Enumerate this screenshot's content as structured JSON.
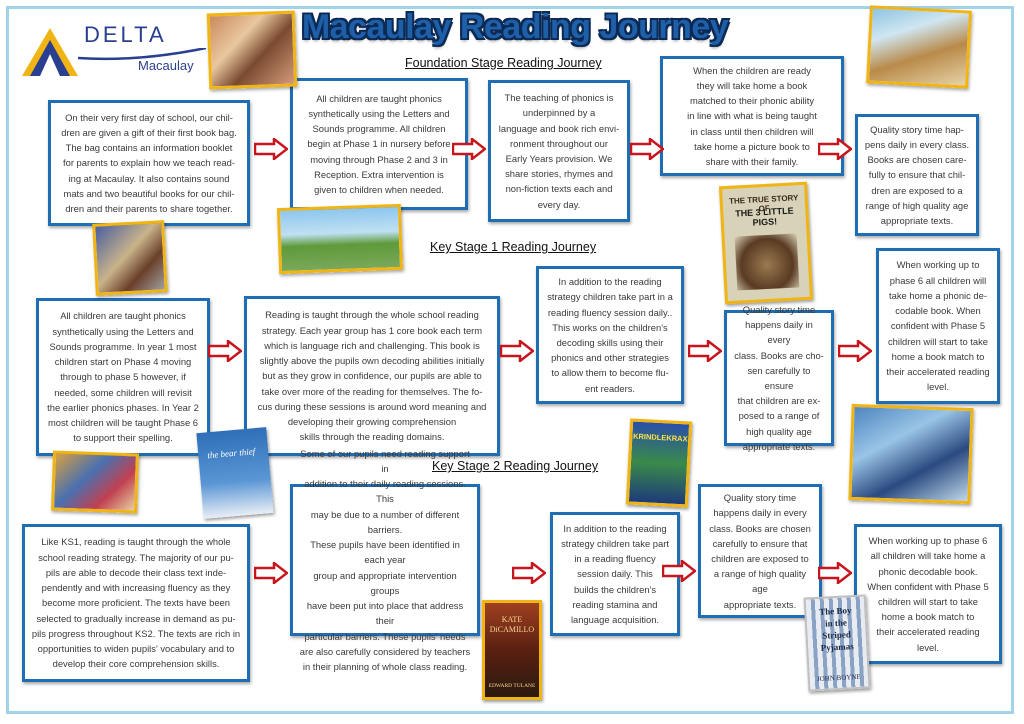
{
  "header": {
    "logo_name": "DELTA",
    "logo_sub": "Macaulay",
    "title": "Macaulay Reading Journey"
  },
  "sections": {
    "foundation": "Foundation Stage Reading Journey",
    "ks1": "Key Stage 1 Reading Journey",
    "ks2": "Key Stage 2 Reading Journey"
  },
  "foundation_boxes": [
    {
      "lines": [
        "On their very first day of school, our chil-",
        "dren are given a gift of their first book bag.",
        "The bag contains an information booklet",
        "for parents to explain how we teach read-",
        "ing at Macaulay. It also contains sound",
        "mats and two beautiful books for our chil-",
        "dren and their parents to share together."
      ]
    },
    {
      "lines": [
        "All children are taught phonics",
        "synthetically using the Letters and",
        "Sounds programme. All children",
        "begin at Phase 1 in nursery before",
        "moving through Phase 2 and 3 in",
        "Reception. Extra intervention is",
        "given to children when needed."
      ]
    },
    {
      "lines": [
        "The teaching of phonics is",
        "underpinned by a",
        "language and book rich envi-",
        "ronment throughout our",
        "Early Years provision. We",
        "share stories, rhymes and",
        "non-fiction texts each and",
        "every day."
      ]
    },
    {
      "lines": [
        "When the children are ready",
        "they will take home a book",
        "matched to their phonic ability",
        "in line with what is being taught",
        "in class until then children will",
        "take home a picture book to",
        "share with their family."
      ]
    },
    {
      "lines": [
        "Quality story time hap-",
        "pens daily in every class.",
        "Books are chosen care-",
        "fully to ensure that chil-",
        "dren are exposed to a",
        "range of high quality age",
        "appropriate texts."
      ]
    }
  ],
  "ks1_boxes": [
    {
      "lines": [
        "All children are taught phonics",
        "synthetically using the Letters and",
        "Sounds programme. In year 1 most",
        "children start on Phase 4 moving",
        "through to phase 5 however, if",
        "needed, some children will revisit",
        "the  earlier phonics phases. In Year 2",
        "most children will be taught Phase 6",
        "to support their spelling."
      ]
    },
    {
      "lines": [
        "Reading is taught through the whole school reading",
        "strategy.  Each year group has 1 core book each term",
        "which is language rich and challenging. This book is",
        "slightly above the pupils own decoding abilities initially",
        "but as they grow in confidence, our pupils are able to",
        "take over more of the reading for themselves. The fo-",
        "cus during these sessions is around word meaning and",
        "developing their growing comprehension",
        "skills through the reading domains."
      ]
    },
    {
      "lines": [
        "In addition to the reading",
        "strategy children take part in a",
        "reading fluency session daily..",
        "This works on the children's",
        "decoding skills using their",
        "phonics and other strategies",
        "to allow them to become flu-",
        "ent readers."
      ]
    },
    {
      "lines": [
        "Quality story time",
        "happens daily in every",
        "class. Books are cho-",
        "sen carefully to ensure",
        "that children are ex-",
        "posed to a range of",
        "high quality age",
        "appropriate texts."
      ]
    },
    {
      "lines": [
        "When working up to",
        "phase 6 all children will",
        "take home a phonic de-",
        "codable book. When",
        "confident with Phase 5",
        "children will start to take",
        "home a book match to",
        "their accelerated reading",
        "level."
      ]
    }
  ],
  "ks2_boxes": [
    {
      "lines": [
        "Like KS1, reading is taught through the whole",
        "school reading strategy.  The majority of our pu-",
        "pils are able to decode their class text inde-",
        "pendently and with increasing fluency  as they",
        "become more proficient. The texts have been",
        "selected to gradually increase in demand as pu-",
        "pils progress throughout KS2. The texts are rich in",
        "opportunities to widen pupils' vocabulary and to",
        "develop their core comprehension skills."
      ]
    },
    {
      "lines": [
        "Some of our pupils need reading support in",
        "addition to their daily reading sessions. This",
        "may be due to a number of different barriers.",
        "These pupils have been identified in each year",
        "group and appropriate intervention groups",
        "have been put into place that address their",
        "particular barriers. These pupils' needs",
        "are also carefully considered by teachers",
        "in their planning of whole class reading."
      ]
    },
    {
      "lines": [
        "In addition to the reading",
        "strategy children take part",
        "in a reading fluency",
        "session daily. This",
        "builds the children's",
        "reading stamina and",
        "language acquisition."
      ]
    },
    {
      "lines": [
        "Quality story time",
        "happens daily in every",
        "class. Books are chosen",
        "carefully to ensure that",
        "children are exposed to",
        "a range of high quality",
        "age",
        "appropriate texts."
      ]
    },
    {
      "lines": [
        "When working up to phase 6",
        "all children will take home a",
        "phonic decodable book.",
        "When confident with Phase 5",
        "children will start to take",
        "home a book match to",
        "their accelerated reading",
        "level."
      ]
    }
  ],
  "book_covers": {
    "pigs": [
      "THE TRUE STORY OF",
      "THE 3 LITTLE PIGS!"
    ],
    "thief": "the bear thief",
    "krindle": "KRINDLEKRAX",
    "kate": [
      "KATE",
      "DiCAMILLO"
    ],
    "kate_sub": "EDWARD TULANE",
    "pyjamas": [
      "The Boy",
      "in the",
      "Striped",
      "Pyjamas"
    ],
    "pyjamas_author": "JOHN BOYNE"
  },
  "colors": {
    "box_border": "#1f6db3",
    "arrow": "#c8141c",
    "photo_border": "#f0b514",
    "title": "#1f5fa8"
  }
}
